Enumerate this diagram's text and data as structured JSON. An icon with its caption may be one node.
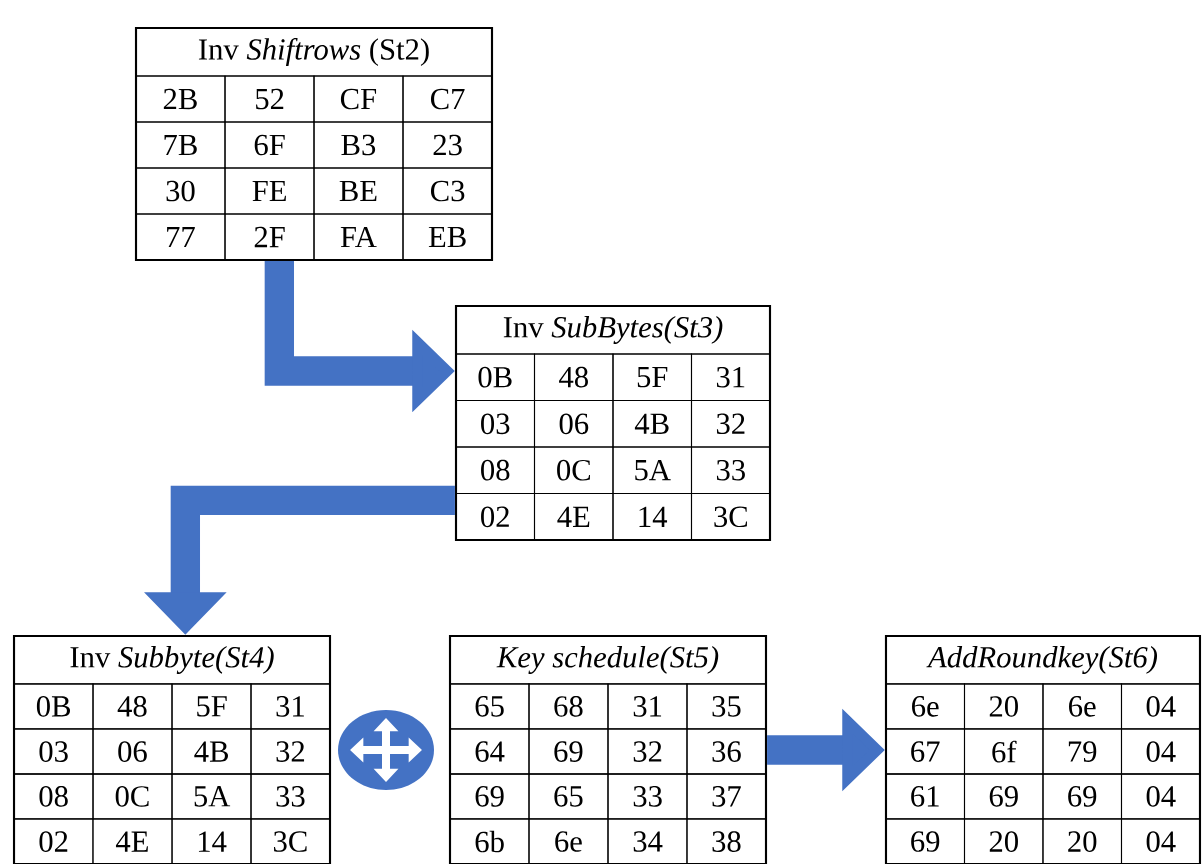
{
  "diagram": {
    "nodes": [
      {
        "text": [
          "Inv *Shiftrows* (St2)",
          "2B",
          "52",
          "CF",
          "C7",
          "7B",
          "6F",
          "B3",
          "23",
          "30",
          "FE",
          "BE",
          "C3",
          "77",
          "2F",
          "FA",
          "EB"
        ]
      },
      {
        "text": [
          "Inv *SubBytes(St3)*",
          "0B",
          "48",
          "5F",
          "31",
          "03",
          "06",
          "4B",
          "32",
          "08",
          "0C",
          "5A",
          "33",
          "02",
          "4E",
          "14",
          "3C"
        ]
      },
      {
        "text": [
          "Inv *Subbyte(St4)*",
          "0B",
          "48",
          "5F",
          "31",
          "03",
          "06",
          "4B",
          "32",
          "08",
          "0C",
          "5A",
          "33",
          "02",
          "4E",
          "14",
          "3C"
        ]
      },
      {
        "text": [
          "Key schedule(St5)",
          "65",
          "68",
          "31",
          "35",
          "64",
          "69",
          "32",
          "36",
          "69",
          "65",
          "33",
          "37",
          "6b",
          "6e",
          "34",
          "38"
        ]
      },
      {
        "text": [
          "AddRoundkey(St6)",
          "6e",
          "20",
          "6e",
          "04",
          "67",
          "6f",
          "79",
          "04",
          "61",
          "69",
          "69",
          "04",
          "69",
          "20",
          "20",
          "04"
        ]
      },
      {
        "text": [],
        "shape": "circle"
      }
    ],
    "edges": [
      {
        "from": 0,
        "to": 1,
        "arrow": "to"
      },
      {
        "from": 1,
        "to": 2,
        "arrow": "to"
      },
      {
        "from": 3,
        "to": 4,
        "arrow": "to"
      }
    ]
  }
}
